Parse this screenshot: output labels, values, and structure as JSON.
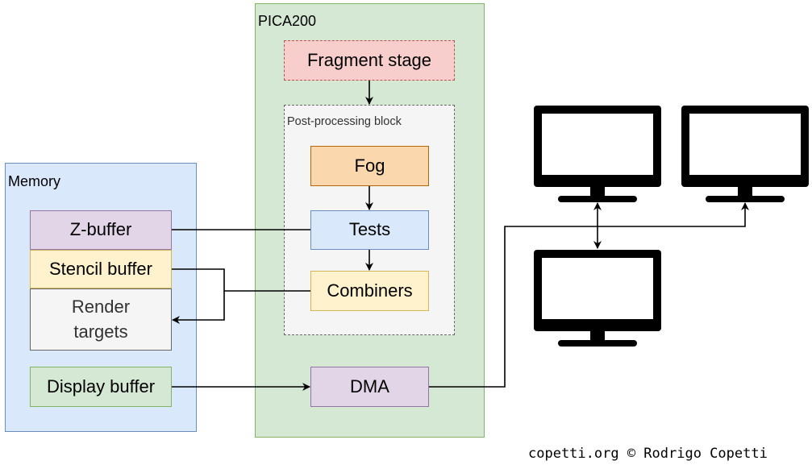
{
  "containers": {
    "memory": {
      "label": "Memory",
      "fill": "#dae8fc",
      "stroke": "#6c8ebf"
    },
    "pica200": {
      "label": "PICA200",
      "fill": "#d5e8d4",
      "stroke": "#82b366"
    },
    "post_processing": {
      "label": "Post-processing block",
      "fill": "#f5f5f5",
      "stroke": "#666666",
      "dashed": true
    }
  },
  "nodes": {
    "fragment_stage": {
      "label": "Fragment stage",
      "fill": "#f8cecc",
      "stroke": "#b85450",
      "dashed": true
    },
    "fog": {
      "label": "Fog",
      "fill": "#fad7ac",
      "stroke": "#b46504"
    },
    "tests": {
      "label": "Tests",
      "fill": "#dae8fc",
      "stroke": "#6c8ebf"
    },
    "combiners": {
      "label": "Combiners",
      "fill": "#fff2cc",
      "stroke": "#d6b656"
    },
    "dma": {
      "label": "DMA",
      "fill": "#e1d5e7",
      "stroke": "#9673a6"
    },
    "z_buffer": {
      "label": "Z-buffer",
      "fill": "#e1d5e7",
      "stroke": "#9673a6"
    },
    "stencil_buffer": {
      "label": "Stencil buffer",
      "fill": "#fff2cc",
      "stroke": "#d6b656"
    },
    "render_targets": {
      "label": "Render targets",
      "fill": "#f5f5f5",
      "stroke": "#666666"
    },
    "display_buffer": {
      "label": "Display buffer",
      "fill": "#d5e8d4",
      "stroke": "#82b366"
    }
  },
  "displays": [
    {
      "name": "monitor-top-left",
      "icon": "monitor-icon"
    },
    {
      "name": "monitor-top-right",
      "icon": "monitor-icon"
    },
    {
      "name": "monitor-bottom",
      "icon": "monitor-icon"
    }
  ],
  "edges": [
    {
      "from": "Fragment stage",
      "to": "Fog",
      "arrow": "end"
    },
    {
      "from": "Fog",
      "to": "Tests",
      "arrow": "end"
    },
    {
      "from": "Tests",
      "to": "Combiners",
      "arrow": "end"
    },
    {
      "from": "Z-buffer",
      "to": "Tests",
      "arrow": "none"
    },
    {
      "from": "Stencil buffer",
      "to": "Combiners",
      "arrow": "none"
    },
    {
      "from": "Combiners",
      "to": "Render targets",
      "arrow": "end"
    },
    {
      "from": "Display buffer",
      "to": "DMA",
      "arrow": "end"
    },
    {
      "from": "DMA",
      "to": "Monitors",
      "arrow": "end"
    },
    {
      "from": "Top-left monitor",
      "to": "Bottom monitor",
      "arrow": "both"
    }
  ],
  "footer": {
    "credit": "copetti.org © Rodrigo Copetti"
  }
}
